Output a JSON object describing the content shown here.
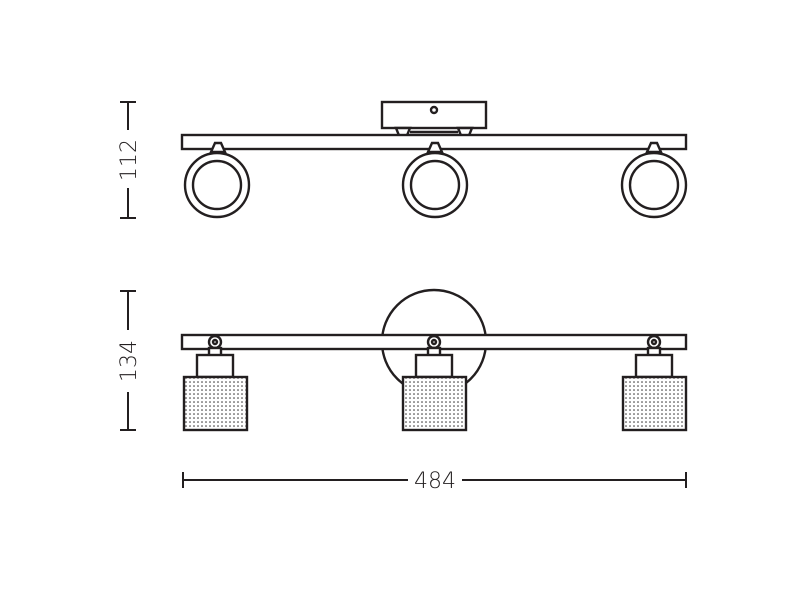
{
  "diagram": {
    "ink_color": "#231f20",
    "background": "#ffffff",
    "dimensions": {
      "top_height": "112",
      "front_height": "134",
      "width": "484"
    }
  }
}
